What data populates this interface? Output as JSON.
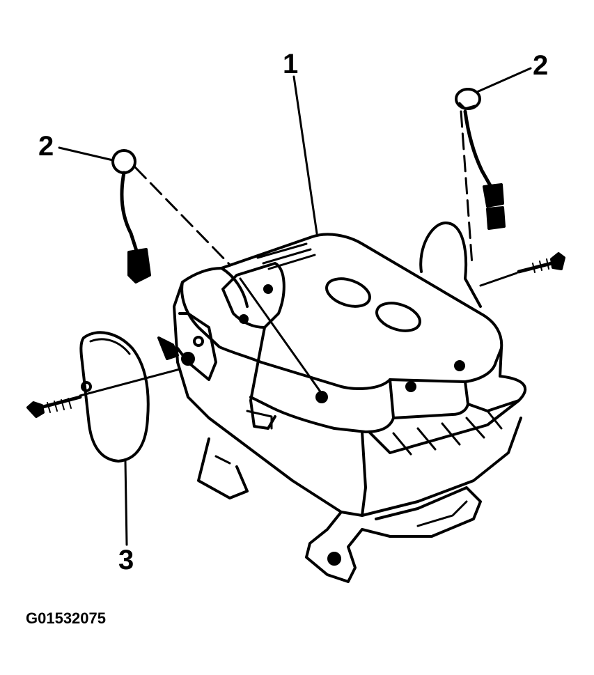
{
  "callouts": {
    "c1": "1",
    "c2_right": "2",
    "c2_left": "2",
    "c3": "3"
  },
  "figure_id": "G01532075",
  "parts": [
    {
      "name": "seat-cushion-frame-icon"
    },
    {
      "name": "seat-heater-module-icon"
    },
    {
      "name": "side-cover-panel-icon"
    },
    {
      "name": "screw-icon"
    }
  ]
}
